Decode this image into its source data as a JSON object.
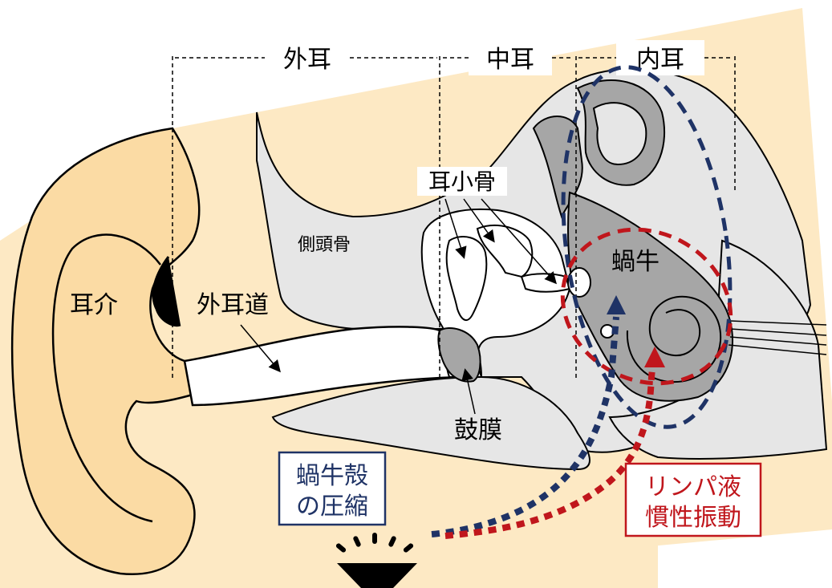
{
  "regions": {
    "outer_ear": "外耳",
    "middle_ear": "中耳",
    "inner_ear": "内耳"
  },
  "labels": {
    "pinna": "耳介",
    "ear_canal": "外耳道",
    "temporal_bone": "側頭骨",
    "ossicles": "耳小骨",
    "eardrum": "鼓膜",
    "cochlea": "蝸牛"
  },
  "callouts": {
    "compression_line1": "蝸牛殻",
    "compression_line2": "の圧縮",
    "lymph_line1": "リンパ液",
    "lymph_line2": "慣性振動"
  },
  "colors": {
    "skin": "#fde9c4",
    "skin_dark": "#fbdba4",
    "bone": "#e6e6e6",
    "cochlea": "#a6a6a6",
    "compression_blue": "#1f3366",
    "lymph_red": "#c0161c",
    "outline": "#000000"
  },
  "icons": {
    "source": "speaker-icon"
  }
}
